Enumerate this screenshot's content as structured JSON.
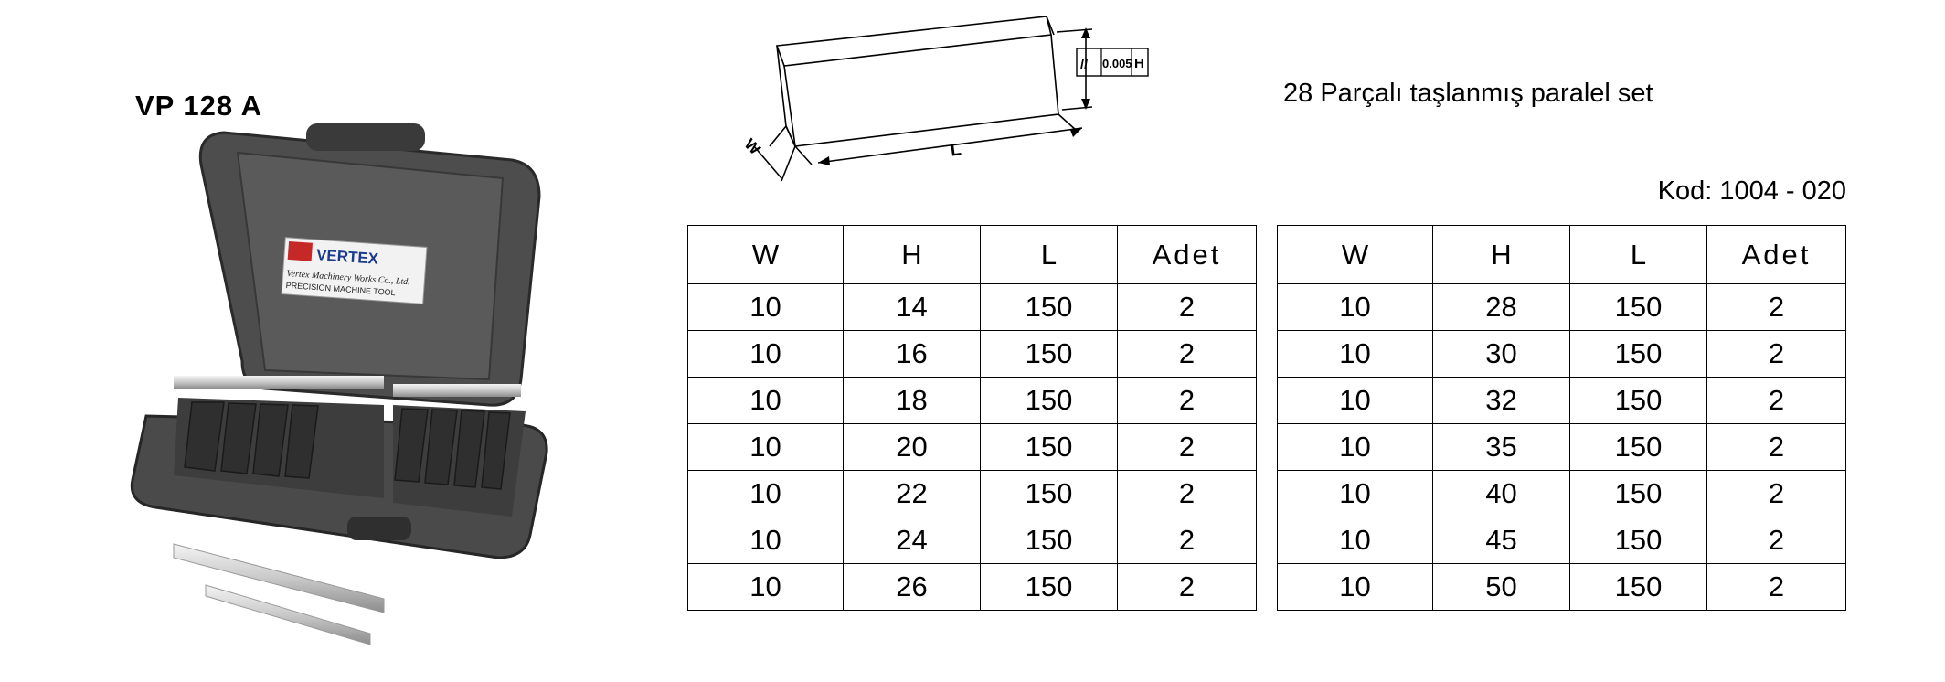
{
  "product": {
    "model": "VP 128 A",
    "title": "28 Parçalı taşlanmış paralel set",
    "code": "Kod: 1004 - 020",
    "brand": "VERTEX",
    "brand_line1": "Vertex Machinery Works Co., Ltd.",
    "brand_line2": "PRECISION MACHINE TOOL"
  },
  "drawing": {
    "label_w": "W",
    "label_l": "L",
    "tolerance_symbol": "//",
    "tolerance_value": "0.005",
    "tolerance_ref": "H"
  },
  "table": {
    "headers": [
      "W",
      "H",
      "L",
      "Adet"
    ],
    "left_rows": [
      [
        "10",
        "14",
        "150",
        "2"
      ],
      [
        "10",
        "16",
        "150",
        "2"
      ],
      [
        "10",
        "18",
        "150",
        "2"
      ],
      [
        "10",
        "20",
        "150",
        "2"
      ],
      [
        "10",
        "22",
        "150",
        "2"
      ],
      [
        "10",
        "24",
        "150",
        "2"
      ],
      [
        "10",
        "26",
        "150",
        "2"
      ]
    ],
    "right_rows": [
      [
        "10",
        "28",
        "150",
        "2"
      ],
      [
        "10",
        "30",
        "150",
        "2"
      ],
      [
        "10",
        "32",
        "150",
        "2"
      ],
      [
        "10",
        "35",
        "150",
        "2"
      ],
      [
        "10",
        "40",
        "150",
        "2"
      ],
      [
        "10",
        "45",
        "150",
        "2"
      ],
      [
        "10",
        "50",
        "150",
        "2"
      ]
    ]
  }
}
